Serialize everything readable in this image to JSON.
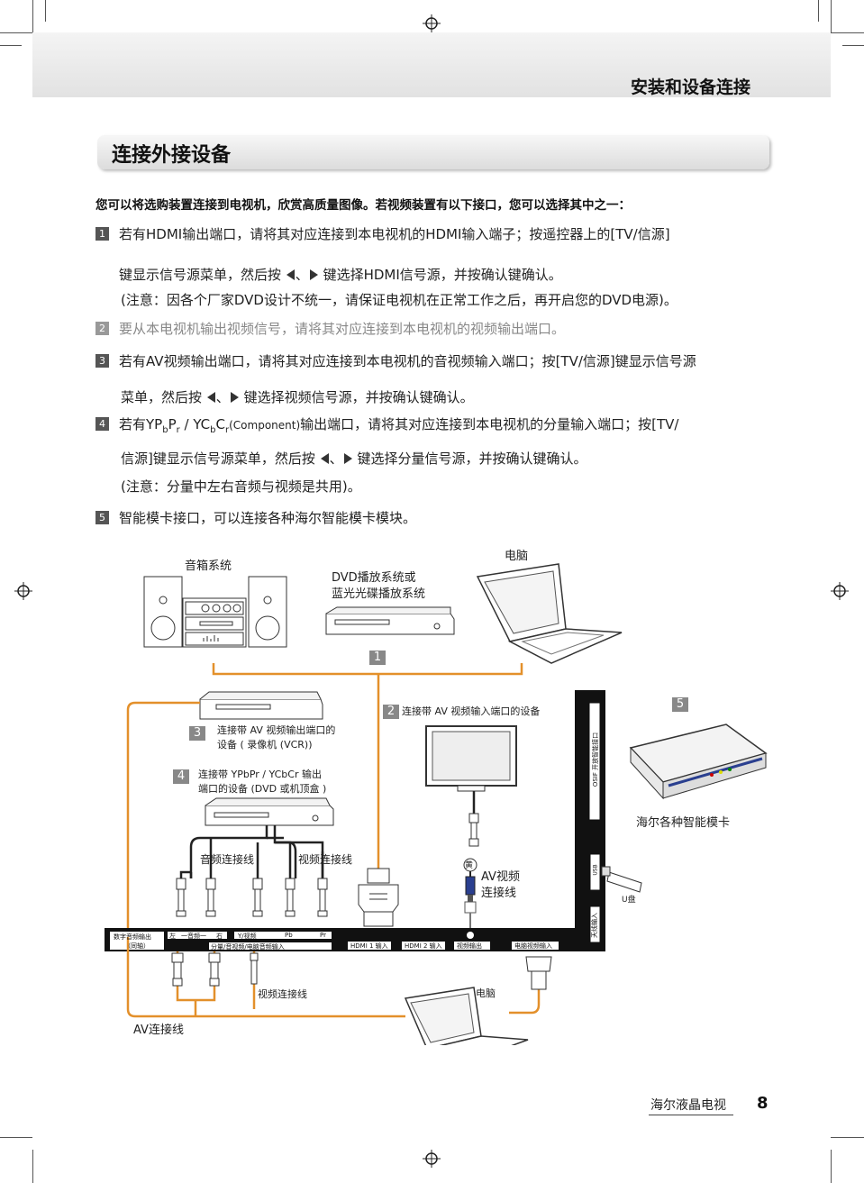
{
  "header": {
    "chapter_title": "安装和设备连接"
  },
  "section": {
    "title": "连接外接设备"
  },
  "intro": "您可以将选购装置连接到电视机，欣赏高质量图像。若视频装置有以下接口，您可以选择其中之一：",
  "items": [
    {
      "number": "1",
      "line1": "若有HDMI输出端口，请将其对应连接到本电视机的HDMI输入端子；按遥控器上的[TV/信源]",
      "line2a": "键显示信号源菜单，然后按",
      "line2b": "、",
      "line2c": "键选择HDMI信号源，并按确认键确认。",
      "note": "(注意：因各个厂家DVD设计不统一，请保证电视机在正常工作之后，再开启您的DVD电源)。"
    },
    {
      "number": "2",
      "line1": "要从本电视机输出视频信号，请将其对应连接到本电视机的视频输出端口。"
    },
    {
      "number": "3",
      "line1": "若有AV视频输出端口，请将其对应连接到本电视机的音视频输入端口；按[TV/信源]键显示信号源",
      "line2a": "菜单，然后按",
      "line2b": "、",
      "line2c": "键选择视频信号源，并按确认键确认。"
    },
    {
      "number": "4",
      "line1_pre": "若有YP",
      "line1_b": "b",
      "line1_p": "P",
      "line1_r": "r",
      "line1_mid": " / YC",
      "line1_b2": "b",
      "line1_c": "C",
      "line1_r2": "r",
      "line1_comp": "(Component)",
      "line1_post": "输出端口，请将其对应连接到本电视机的分量输入端口；按[TV/",
      "line2a": "信源]键显示信号源菜单，然后按",
      "line2b": "、",
      "line2c": "键选择分量信号源，并按确认键确认。",
      "note": "(注意：分量中左右音频与视频是共用)。"
    },
    {
      "number": "5",
      "line1": "智能模卡接口，可以连接各种海尔智能模卡模块。"
    }
  ],
  "diagram": {
    "speaker_system": "音箱系统",
    "dvd_system_1": "DVD播放系统或",
    "dvd_system_2": "蓝光光碟播放系统",
    "computer_top": "电脑",
    "box1": "1",
    "box2": "2",
    "box3": "3",
    "box4": "4",
    "box5": "5",
    "label2": "连接带 AV 视频输入端口的设备",
    "label3_1": "连接带 AV 视频输出端口的",
    "label3_2": "设备 ( 录像机 (VCR))",
    "label4_1": "连接带 YPbPr  /  YCbCr 输出",
    "label4_2": "端口的设备 (DVD 或机顶盒 )",
    "audio_cable": "音频连接线",
    "video_cable": "视频连接线",
    "yellow_tag": "黄",
    "av_video_1": "AV视频",
    "av_video_2": "连接线",
    "smart_card": "海尔各种智能模卡",
    "usb_disk": "U盘",
    "usb_port": "USB",
    "antenna": "天线输入",
    "smart_slot": "OSIF 开放智能接口",
    "digital_audio_1": "数字音频输出",
    "digital_audio_2": "（同轴）",
    "port_left": "左",
    "port_audio": "一音频一",
    "port_right": "右",
    "port_yvideo": "Y/视频",
    "port_pb": "Pb",
    "port_pr": "Pr",
    "port_component": "分量/音视频/电脑音频输入",
    "hdmi1": "HDMI 1 输入",
    "hdmi2": "HDMI 2 输入",
    "video_out": "视频输出",
    "pc_in": "电脑视频输入",
    "video_cable_bottom": "视频连接线",
    "computer_bottom": "电脑",
    "av_cable": "AV连接线"
  },
  "footer": {
    "brand": "海尔液晶电视",
    "page": "8"
  },
  "colors": {
    "cable_orange": "#e3902b",
    "panel_black": "#111111",
    "number_box": "#555555"
  }
}
